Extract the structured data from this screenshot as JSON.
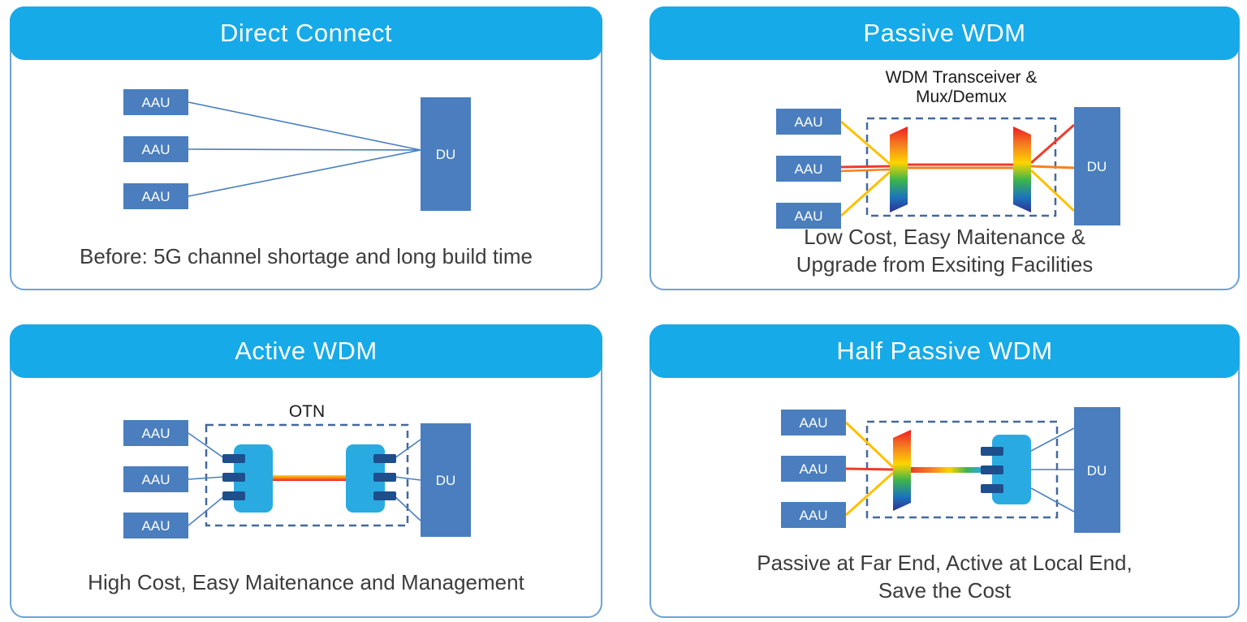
{
  "shared": {
    "aau": "AAU",
    "du": "DU"
  },
  "colors": {
    "header_cyan": "#16aae9",
    "node_blue": "#4a7ebe",
    "panel_border": "#6aa3d8",
    "dashed_border": "#45689c",
    "device_cyan": "#29abe2",
    "port_navy": "#1f4e8c",
    "line_yellow": "#ffc000",
    "line_orange": "#f58220",
    "line_red": "#ed3c2a",
    "caption_text": "#3c3c3c"
  },
  "panels": {
    "direct_connect": {
      "title": "Direct Connect",
      "caption": "Before: 5G channel shortage and long build time"
    },
    "passive_wdm": {
      "title": "Passive WDM",
      "label_line1": "WDM Transceiver &",
      "label_line2": "Mux/Demux",
      "caption_line1": "Low Cost, Easy Maitenance &",
      "caption_line2": "Upgrade from Exsiting Facilities"
    },
    "active_wdm": {
      "title": "Active WDM",
      "label": "OTN",
      "caption": "High Cost, Easy Maitenance and Management"
    },
    "half_passive_wdm": {
      "title": "Half Passive WDM",
      "caption_line1": "Passive at Far End, Active at Local End,",
      "caption_line2": "Save the Cost"
    }
  }
}
